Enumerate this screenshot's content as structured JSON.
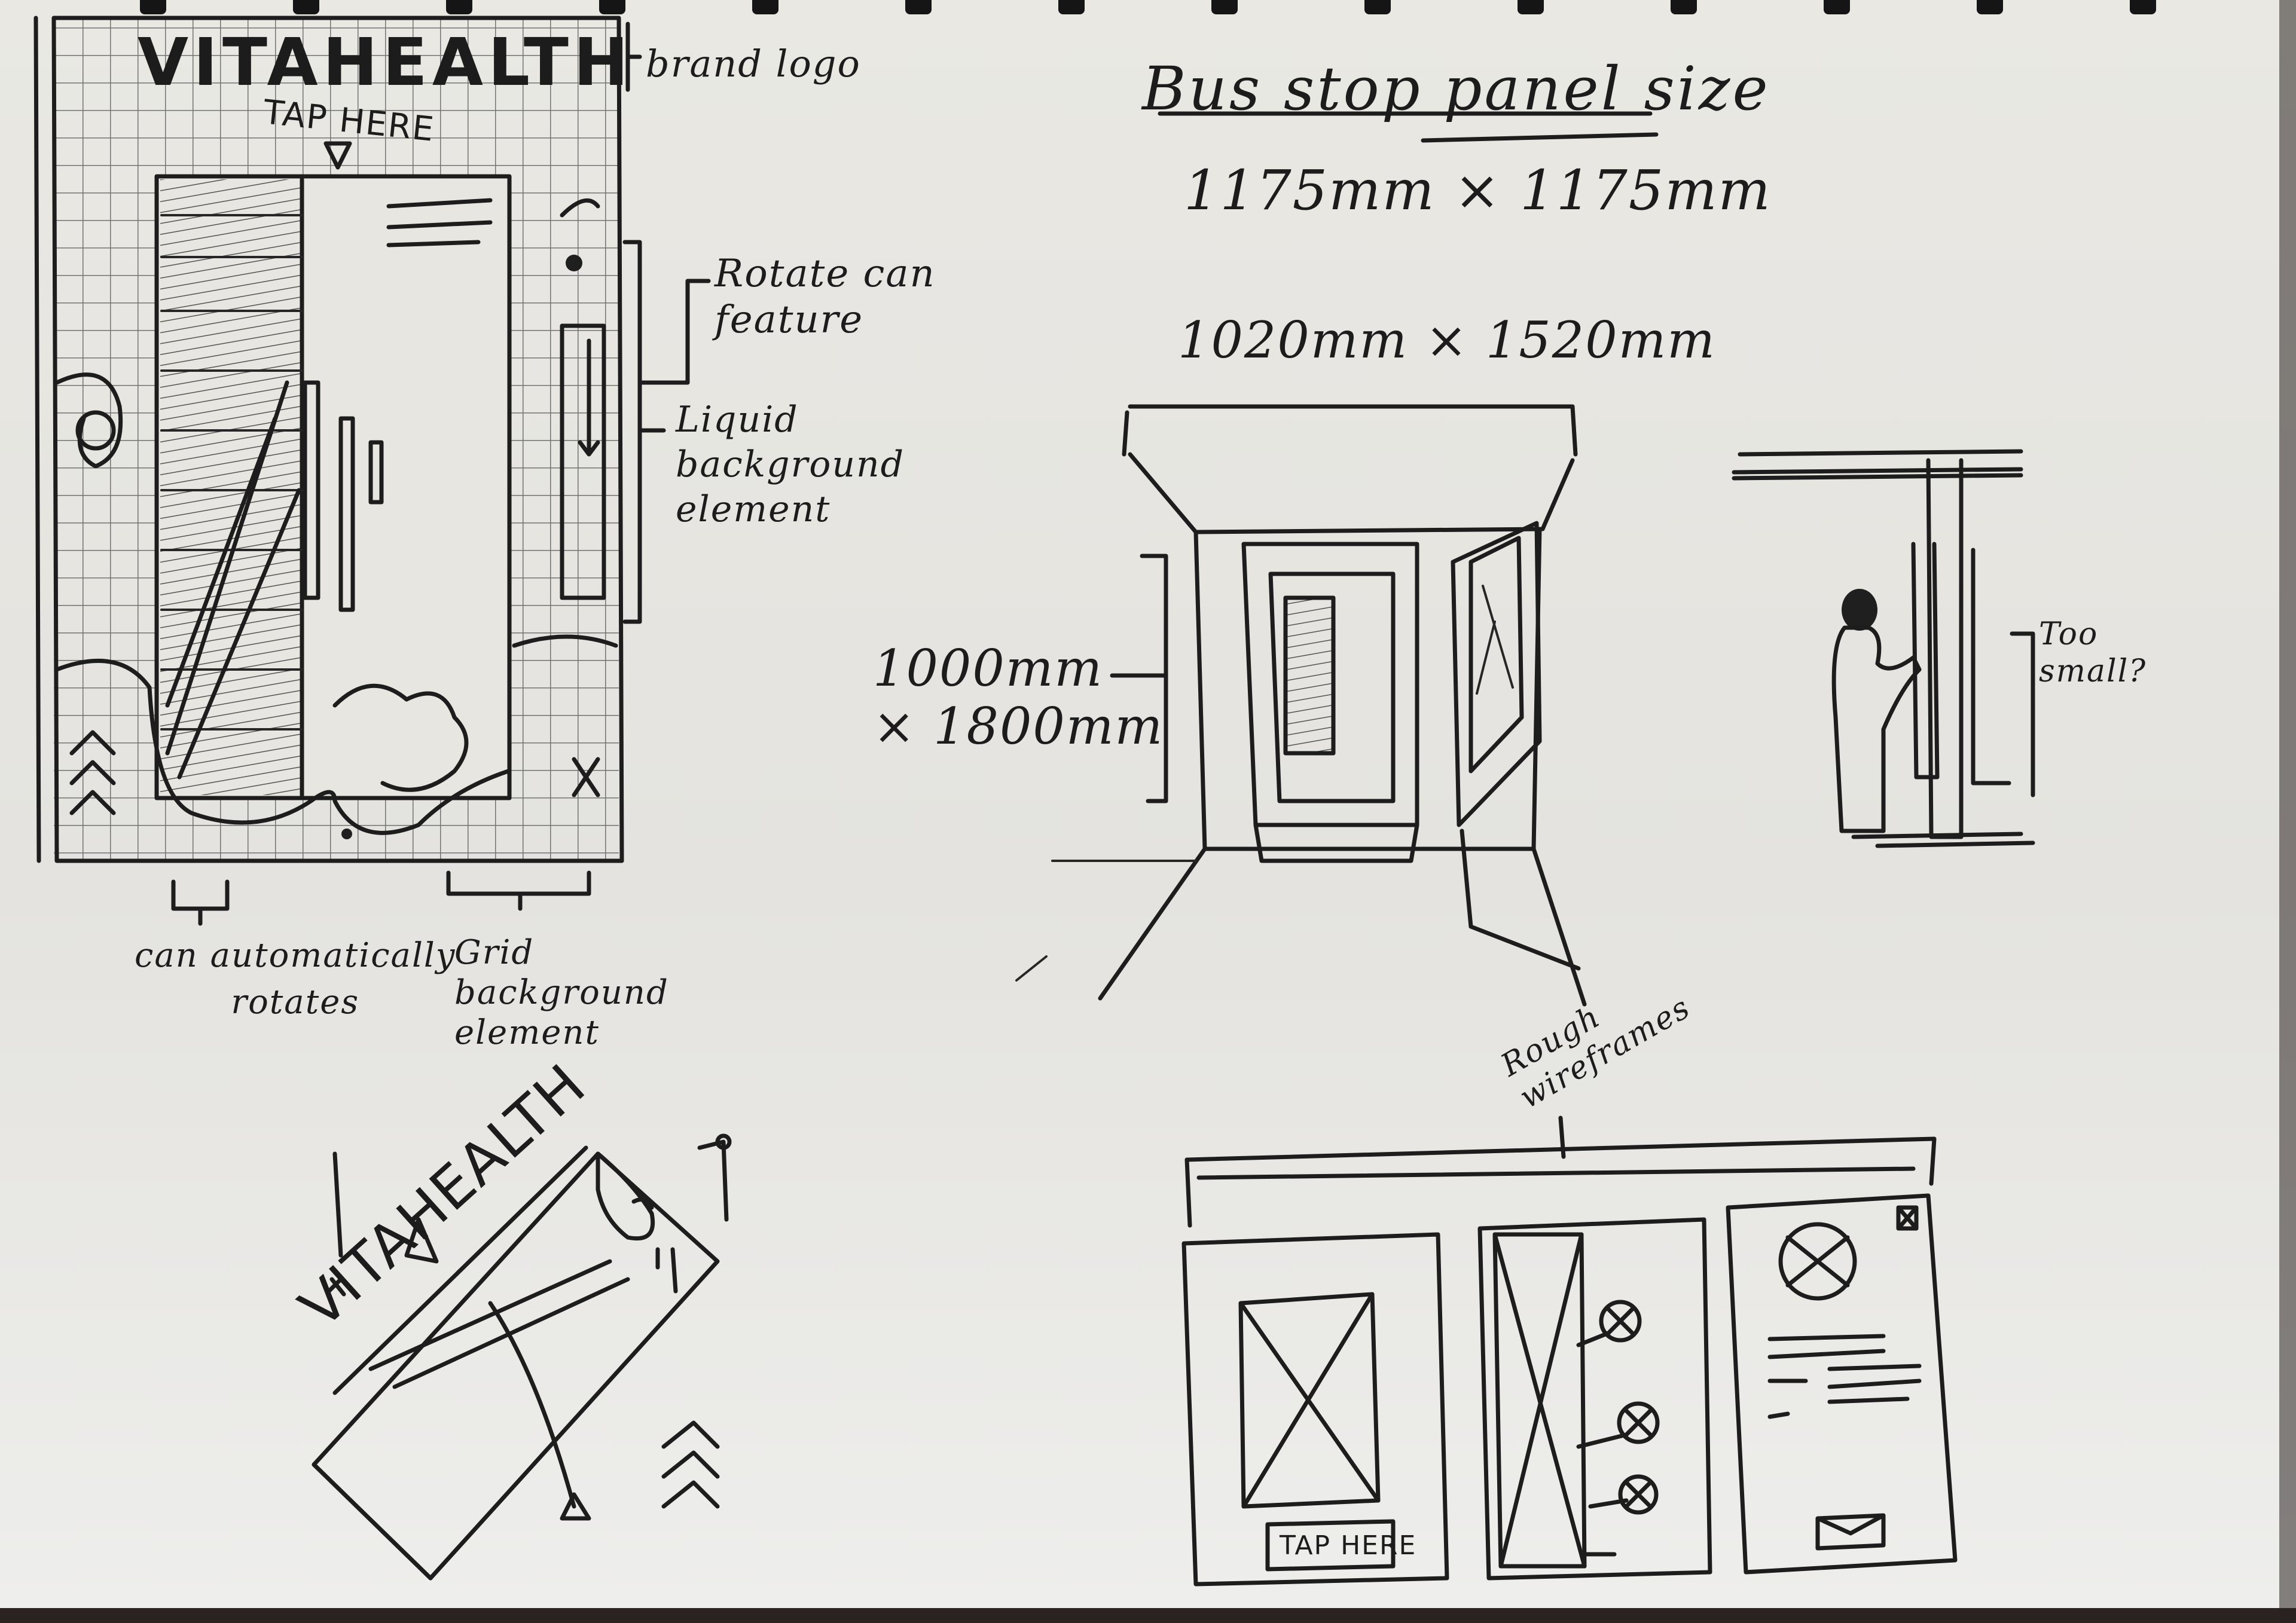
{
  "notes": {
    "brand_logo": "VITAHEALTH",
    "tap_here_big": "TAP HERE",
    "brand_logo_note": "brand logo",
    "rotate_note": "Rotate can\nfeature",
    "liquid_note": "Liquid\nbackground\nelement",
    "auto_rotate_note": "can automatically\nrotates",
    "grid_note": "Grid\nbackground\nelement",
    "title": "Bus stop panel size",
    "size_a": "1175mm × 1175mm",
    "size_b": "1020mm × 1520mm",
    "size_c": "1000mm\n× 1800mm",
    "too_small": "Too\nsmall?",
    "rotated_logo": "VITAHEALTH",
    "rough_wireframes": "Rough\nwireframes",
    "tap_here_small": "TAP HERE"
  },
  "colors": {
    "paper": "#e9e8e3",
    "ink": "#1d1d1d",
    "desk": "#2a2320"
  },
  "spiral_rings": 14
}
